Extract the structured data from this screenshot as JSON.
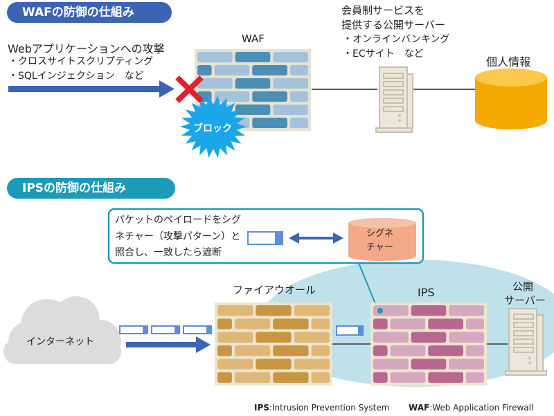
{
  "waf_section": {
    "title": "WAFの防御の仕組み",
    "attack_heading": "Webアプリケーションへの攻撃",
    "attack_items": [
      "・クロスサイトスクリプティング",
      "・SQLインジェクション　など"
    ],
    "waf_label": "WAF",
    "block_label": "ブロック",
    "server_heading_line1": "会員制サービスを",
    "server_heading_line2": "提供する公開サーバー",
    "server_items": [
      "・オンラインバンキング",
      "・ECサイト　など"
    ],
    "db_label": "個人情報"
  },
  "ips_section": {
    "title": "IPSの防御の仕組み",
    "callout_lines": [
      "パケットのペイロードをシグ",
      "ネチャー（攻撃パターン）と",
      "照合し、一致したら遮断"
    ],
    "signature_line1": "シグネ",
    "signature_line2": "チャー",
    "internet_label": "インターネット",
    "firewall_label": "ファイアウオール",
    "ips_label": "IPS",
    "public_server_line1": "公開",
    "public_server_line2": "サーバー"
  },
  "legend": {
    "ips_abbr": "IPS",
    "ips_full": ":Intrusion Prevention System",
    "waf_abbr": "WAF",
    "waf_full": ":Web Application Firewall"
  },
  "colors": {
    "waf_blue": "#3b64b3",
    "ips_teal": "#1b9bb8",
    "block_star": "#1aa6e8",
    "block_x": "#e0202e",
    "db_orange": "#f5a800",
    "signature_salmon": "#f2a98a",
    "ellipse_bg": "#bfe1ea",
    "waf_brick_light": "#a4c3da",
    "waf_brick_dark": "#4d8fb3",
    "fw_brick_light": "#dfb878",
    "fw_brick_dark": "#c89540",
    "ips_brick_light": "#d4a8bf",
    "ips_brick_dark": "#b86890"
  }
}
